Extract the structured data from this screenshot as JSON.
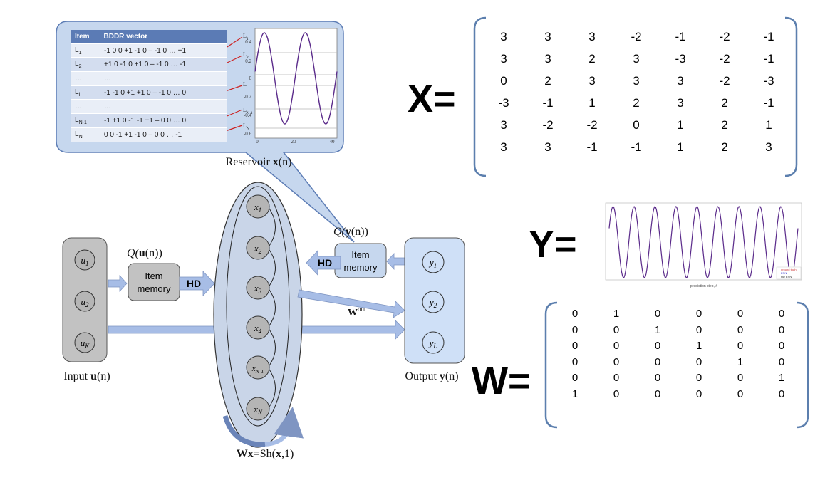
{
  "bddr_table": {
    "header": [
      "Item",
      "BDDR vector"
    ],
    "rows": [
      {
        "item": "L1",
        "vector": "-1 0 0 +1 -1 0 – -1 0 … +1"
      },
      {
        "item": "L2",
        "vector": "+1 0 -1 0 +1 0 – -1 0 … -1"
      },
      {
        "item": "…",
        "vector": "…"
      },
      {
        "item": "Li",
        "vector": "-1 -1 0 +1 +1 0 – -1 0 … 0"
      },
      {
        "item": "…",
        "vector": "…"
      },
      {
        "item": "LN-1",
        "vector": "-1 +1 0 -1 -1 +1 – 0 0 … 0"
      },
      {
        "item": "LN",
        "vector": " 0 0 -1 +1 -1 0 –  0 0 … -1"
      }
    ]
  },
  "callout_plot": {
    "row_labels": [
      "L1",
      "L2",
      "Li",
      "LN-1",
      "LN"
    ],
    "y_ticks": [
      "0.4",
      "0.2",
      "0",
      "-0.2",
      "-0.4",
      "-0.6"
    ],
    "x_ticks": [
      "0",
      "20",
      "40"
    ],
    "line_color": "#5a2a8a"
  },
  "reservoir_label": {
    "prefix": "Reservoir ",
    "bold": "x",
    "suffix": "(n)"
  },
  "input_block": {
    "nodes": [
      "u1",
      "u2",
      "uK"
    ],
    "caption_prefix": "Input ",
    "caption_bold": "u",
    "caption_suffix": "(n)",
    "fill": "#c2c2c2"
  },
  "item_memory_left": {
    "line1": "Item",
    "line2": "memory",
    "q_label": "Q(u(n))"
  },
  "item_memory_right": {
    "line1": "Item",
    "line2": "memory",
    "q_label": "Q(y(n))"
  },
  "hd_label_left": "HD",
  "hd_label_right": "HD",
  "reservoir_nodes": [
    "x1",
    "x2",
    "x3",
    "x4",
    "xN-1",
    "xN"
  ],
  "w_out_label": "Wout",
  "wx_label": "Wx=Sh(x,1)",
  "output_block": {
    "nodes": [
      "y1",
      "y2",
      "yL"
    ],
    "caption_prefix": "Output ",
    "caption_bold": "y",
    "caption_suffix": "(n)",
    "fill": "#cfe0f7"
  },
  "matrix_x": {
    "symbol": "X=",
    "rows": [
      [
        "3",
        "3",
        "3",
        "-2",
        "-1",
        "-2",
        "-1"
      ],
      [
        "3",
        "3",
        "2",
        "3",
        "-3",
        "-2",
        "-1"
      ],
      [
        "0",
        "2",
        "3",
        "3",
        "3",
        "-2",
        "-3"
      ],
      [
        "-3",
        "-1",
        "1",
        "2",
        "3",
        "2",
        "-1"
      ],
      [
        "3",
        "-2",
        "-2",
        "0",
        "1",
        "2",
        "1"
      ],
      [
        "3",
        "3",
        "-1",
        "-1",
        "1",
        "2",
        "3"
      ]
    ]
  },
  "matrix_y": {
    "symbol": "Y=",
    "xlabel": "prediction step, #",
    "legend": [
      "ground truth",
      "ESN",
      "HD ESN"
    ]
  },
  "matrix_w": {
    "symbol": "W=",
    "rows": [
      [
        "0",
        "1",
        "0",
        "0",
        "0",
        "0"
      ],
      [
        "0",
        "0",
        "1",
        "0",
        "0",
        "0"
      ],
      [
        "0",
        "0",
        "0",
        "1",
        "0",
        "0"
      ],
      [
        "0",
        "0",
        "0",
        "0",
        "1",
        "0"
      ],
      [
        "0",
        "0",
        "0",
        "0",
        "0",
        "1"
      ],
      [
        "1",
        "0",
        "0",
        "0",
        "0",
        "0"
      ]
    ]
  },
  "colors": {
    "arrow": "#a7bde6",
    "reservoir_fill": "#c9d5e8",
    "callout_fill": "#c6d7ee",
    "bracket": "#5c7fae",
    "node_fill": "#b5b5b5"
  }
}
